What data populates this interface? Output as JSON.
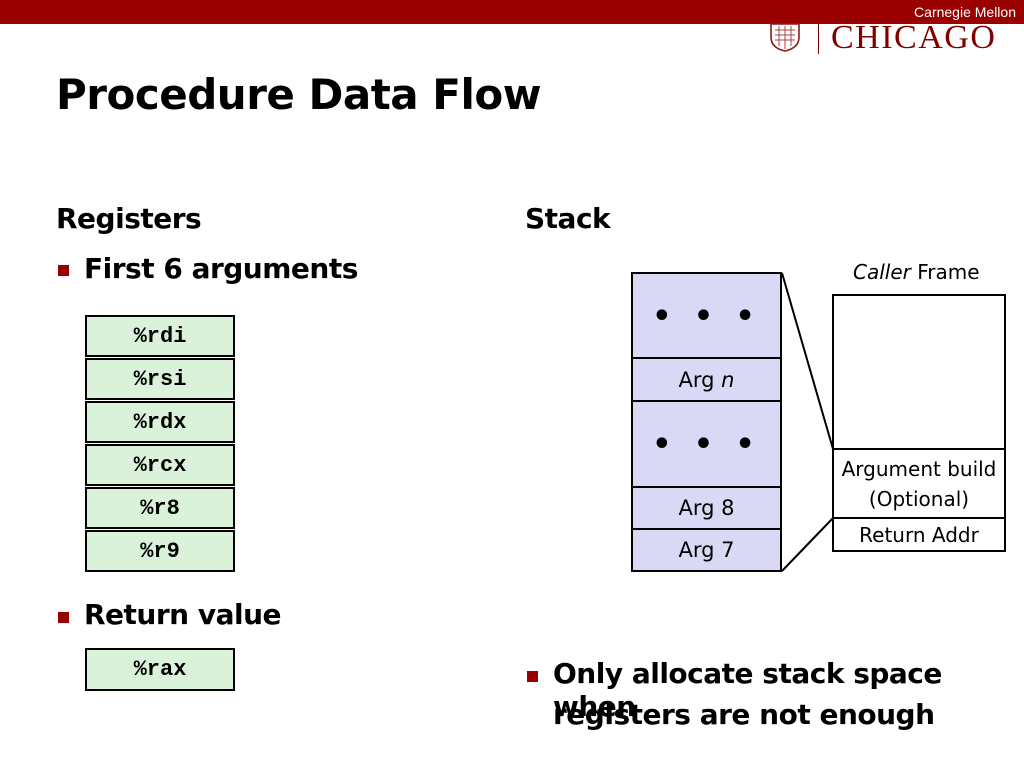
{
  "header": {
    "brand": "Carnegie Mellon",
    "logo_text": "CHICAGO"
  },
  "slide": {
    "title": "Procedure Data Flow"
  },
  "registers": {
    "heading": "Registers",
    "bullet_args": "First 6 arguments",
    "arg_registers": [
      "%rdi",
      "%rsi",
      "%rdx",
      "%rcx",
      "%r8",
      "%r9"
    ],
    "bullet_return": "Return value",
    "return_register": "%rax"
  },
  "stack": {
    "heading": "Stack",
    "cells": {
      "dots_top": "• • •",
      "arg_n_prefix": "Arg",
      "arg_n_var": "n",
      "dots_mid": "• • •",
      "arg8": "Arg 8",
      "arg7": "Arg 7"
    },
    "frame": {
      "caller_italic": "Caller",
      "frame_word": "Frame",
      "arg_build_line1": "Argument build",
      "arg_build_line2": "(Optional)",
      "return_addr": "Return Addr"
    },
    "note_line1": "Only allocate stack space when",
    "note_line2": "registers are not enough"
  },
  "colors": {
    "brand_red": "#990000",
    "register_fill": "#d9f2d9",
    "stack_fill": "#d9d9f5"
  }
}
